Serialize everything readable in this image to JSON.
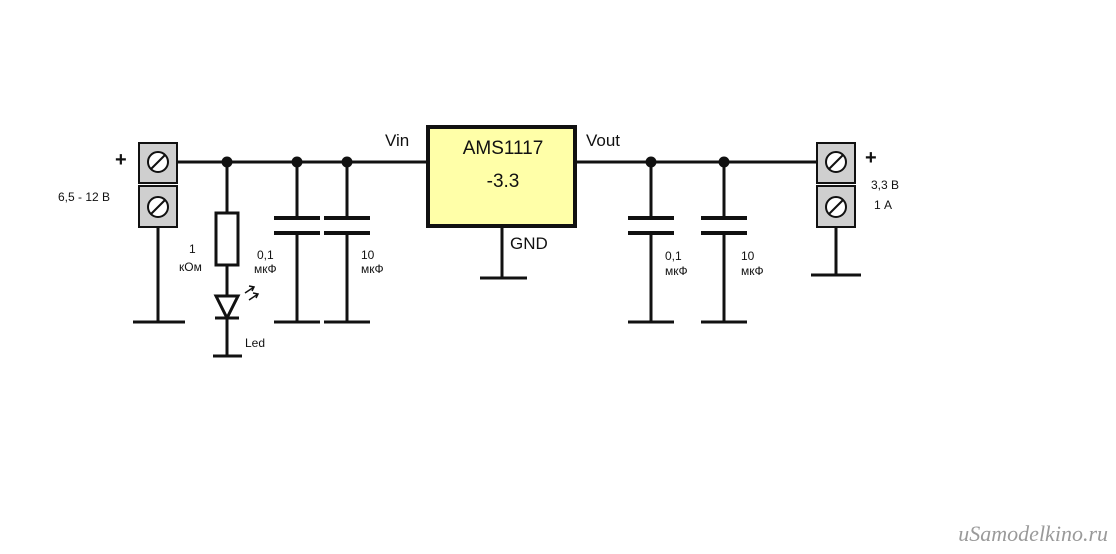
{
  "regulator": {
    "line1": "AMS1117",
    "line2": "-3.3",
    "fill": "#ffffa8"
  },
  "pins": {
    "vin": "Vin",
    "vout": "Vout",
    "gnd": "GND"
  },
  "input": {
    "plus": "+",
    "voltage": "6,5 - 12 В"
  },
  "output": {
    "plus": "+",
    "voltage": "3,3 В",
    "current": "1 А"
  },
  "resistor": {
    "value": "1",
    "unit": "кОм"
  },
  "led": {
    "label": "Led"
  },
  "caps": {
    "in1": {
      "value": "0,1",
      "unit": "мкФ"
    },
    "in2": {
      "value": "10",
      "unit": "мкФ"
    },
    "out1": {
      "value": "0,1",
      "unit": "мкФ"
    },
    "out2": {
      "value": "10",
      "unit": "мкФ"
    }
  },
  "watermark": "uSamodelkino.ru",
  "colors": {
    "wire": "#111111",
    "terminal": "#cfcfcf"
  }
}
